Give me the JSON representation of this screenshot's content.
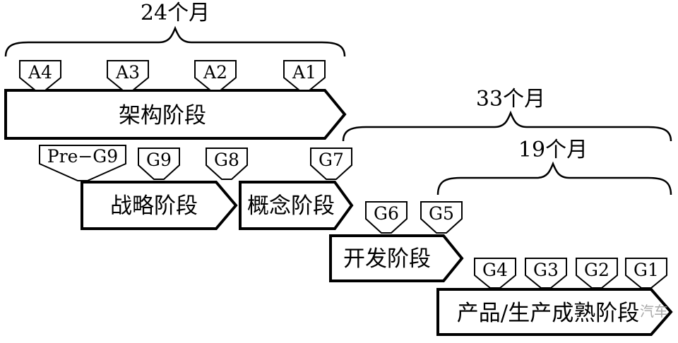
{
  "braces": [
    {
      "id": "b24",
      "label": "24个月"
    },
    {
      "id": "b33",
      "label": "33个月"
    },
    {
      "id": "b19",
      "label": "19个月"
    }
  ],
  "phases": [
    {
      "id": "arch",
      "label": "架构阶段"
    },
    {
      "id": "strategy",
      "label": "战略阶段"
    },
    {
      "id": "concept",
      "label": "概念阶段"
    },
    {
      "id": "dev",
      "label": "开发阶段"
    },
    {
      "id": "prod",
      "label": "产品/生产成熟阶段"
    }
  ],
  "gates": [
    {
      "id": "A4",
      "label": "A4"
    },
    {
      "id": "A3",
      "label": "A3"
    },
    {
      "id": "A2",
      "label": "A2"
    },
    {
      "id": "A1",
      "label": "A1"
    },
    {
      "id": "PreG9",
      "label": "Pre−G9"
    },
    {
      "id": "G9",
      "label": "G9"
    },
    {
      "id": "G8",
      "label": "G8"
    },
    {
      "id": "G7",
      "label": "G7"
    },
    {
      "id": "G6",
      "label": "G6"
    },
    {
      "id": "G5",
      "label": "G5"
    },
    {
      "id": "G4",
      "label": "G4"
    },
    {
      "id": "G3",
      "label": "G3"
    },
    {
      "id": "G2",
      "label": "G2"
    },
    {
      "id": "G1",
      "label": "G1"
    }
  ],
  "watermark": "汽车"
}
